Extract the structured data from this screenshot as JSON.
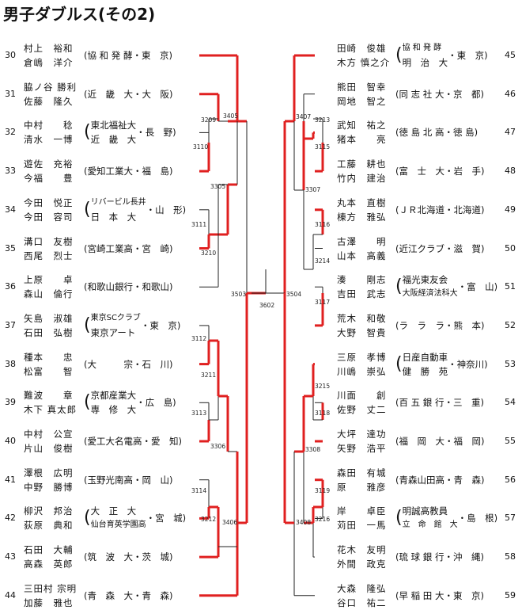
{
  "title": "男子ダブルス(その2)",
  "left": [
    {
      "num": "30",
      "p1": "村上　裕和",
      "p2": "倉嶋　洋介",
      "aff": "(協 和 発 酵・東　京)"
    },
    {
      "num": "31",
      "p1": "脇ノ谷 勝利",
      "p2": "佐藤　隆久",
      "aff": "(近　畿　大・大　阪)"
    },
    {
      "num": "32",
      "p1": "中村　　稔",
      "p2": "清水　一博",
      "aff_a": "東北福祉大",
      "aff_b": "近　畿　大",
      "aff_pref": "長　野"
    },
    {
      "num": "33",
      "p1": "遊佐　充裕",
      "p2": "今福　　豊",
      "aff": "(愛知工業大・福　島)"
    },
    {
      "num": "34",
      "p1": "今田　悦正",
      "p2": "今田　容司",
      "aff_a": "リバービル長井",
      "aff_b": "日　本　大",
      "aff_pref": "山　形"
    },
    {
      "num": "35",
      "p1": "溝口　友樹",
      "p2": "西尾　烈士",
      "aff": "(宮崎工業高・宮　崎)"
    },
    {
      "num": "36",
      "p1": "上原　　卓",
      "p2": "森山　倫行",
      "aff": "(和歌山銀行・和歌山)"
    },
    {
      "num": "37",
      "p1": "矢島　淑雄",
      "p2": "石田　弘樹",
      "aff_a": "東京SCクラブ",
      "aff_b": "東京アート",
      "aff_pref": "東　京"
    },
    {
      "num": "38",
      "p1": "種本　　忠",
      "p2": "松富　　智",
      "aff": "(大　　　宗・石　川)"
    },
    {
      "num": "39",
      "p1": "難波　　章",
      "p2": "木下 真太郎",
      "aff_a": "京都産業大",
      "aff_b": "専　修　大",
      "aff_pref": "広　島"
    },
    {
      "num": "40",
      "p1": "中村　公宣",
      "p2": "片山　俊樹",
      "aff": "(愛工大名電高・愛　知)"
    },
    {
      "num": "41",
      "p1": "澤根　広明",
      "p2": "中野　勝博",
      "aff": "(玉野光南高・岡　山)"
    },
    {
      "num": "42",
      "p1": "柳沢　邦治",
      "p2": "荻原　典和",
      "aff_a": "大　正　大",
      "aff_b": "仙台育英学園高",
      "aff_pref": "宮　城"
    },
    {
      "num": "43",
      "p1": "石田　大輔",
      "p2": "高森　英郎",
      "aff": "(筑　波　大・茨　城)"
    },
    {
      "num": "44",
      "p1": "三田村 宗明",
      "p2": "加藤　雅也",
      "aff": "(青　森　大・青　森)"
    }
  ],
  "right": [
    {
      "num": "45",
      "p1": "田崎　俊雄",
      "p2": "木方 慎之介",
      "aff_a": "協 和 発 酵",
      "aff_b": "明　治　大",
      "aff_pref": "東　京"
    },
    {
      "num": "46",
      "p1": "熊田　智幸",
      "p2": "岡地　智之",
      "aff": "(同 志 社 大・京　都)"
    },
    {
      "num": "47",
      "p1": "武知　祐之",
      "p2": "猪本　　亮",
      "aff": "(徳 島 北 高・徳 島)"
    },
    {
      "num": "48",
      "p1": "工藤　耕也",
      "p2": "竹内　建治",
      "aff": "(富　士　大・岩　手)"
    },
    {
      "num": "49",
      "p1": "丸本　直樹",
      "p2": "棟方　雅弘",
      "aff": "(ＪＲ北海道・北海道)"
    },
    {
      "num": "50",
      "p1": "古澤　　明",
      "p2": "山本　高義",
      "aff": "(近江クラブ・滋　賀)"
    },
    {
      "num": "51",
      "p1": "湊　　剛志",
      "p2": "吉田　武志",
      "aff_a": "福光東友会",
      "aff_b": "大阪経済法科大",
      "aff_pref": "富　山"
    },
    {
      "num": "52",
      "p1": "荒木　和敬",
      "p2": "大野　智貴",
      "aff": "(ラ　ラ　ラ・熊　本)"
    },
    {
      "num": "53",
      "p1": "三原　孝博",
      "p2": "川嶋　崇弘",
      "aff_a": "日産自動車",
      "aff_b": "健　勝　苑",
      "aff_pref": "神奈川"
    },
    {
      "num": "54",
      "p1": "川面　　創",
      "p2": "佐野　丈二",
      "aff": "(百 五 銀 行・三　重)"
    },
    {
      "num": "55",
      "p1": "大坪　達功",
      "p2": "矢野　浩平",
      "aff": "(福　岡　大・福　岡)"
    },
    {
      "num": "56",
      "p1": "森田　有城",
      "p2": "原　　雅彦",
      "aff": "(青森山田高・青　森)"
    },
    {
      "num": "57",
      "p1": "岸　　卓臣",
      "p2": "苅田　一馬",
      "aff_a": "明誠高教員",
      "aff_b": "立　命　館　大",
      "aff_pref": "島　根"
    },
    {
      "num": "58",
      "p1": "花木　友明",
      "p2": "外間　政克",
      "aff": "(琉 球 銀 行・沖　縄)"
    },
    {
      "num": "59",
      "p1": "大森　隆弘",
      "p2": "谷口　祐二",
      "aff": "(早 稲 田 大・東　京)"
    }
  ],
  "match_labels": {
    "m3209": "3209",
    "m3110": "3110",
    "m3405": "3405",
    "m3305": "3305",
    "m3111": "3111",
    "m3210": "3210",
    "m3112": "3112",
    "m3211": "3211",
    "m3113": "3113",
    "m3306": "3306",
    "m3114": "3114",
    "m3212": "3212",
    "m3406": "3406",
    "m3503": "3503",
    "m3602": "3602",
    "m3504": "3504",
    "m3407": "3407",
    "m3213": "3213",
    "m3115": "3115",
    "m3307": "3307",
    "m3116": "3116",
    "m3214": "3214",
    "m3117": "3117",
    "m3215": "3215",
    "m3118": "3118",
    "m3308": "3308",
    "m3119": "3119",
    "m3216": "3216",
    "m3408": "3408"
  },
  "colors": {
    "win": "#e02020",
    "line": "#222222"
  }
}
